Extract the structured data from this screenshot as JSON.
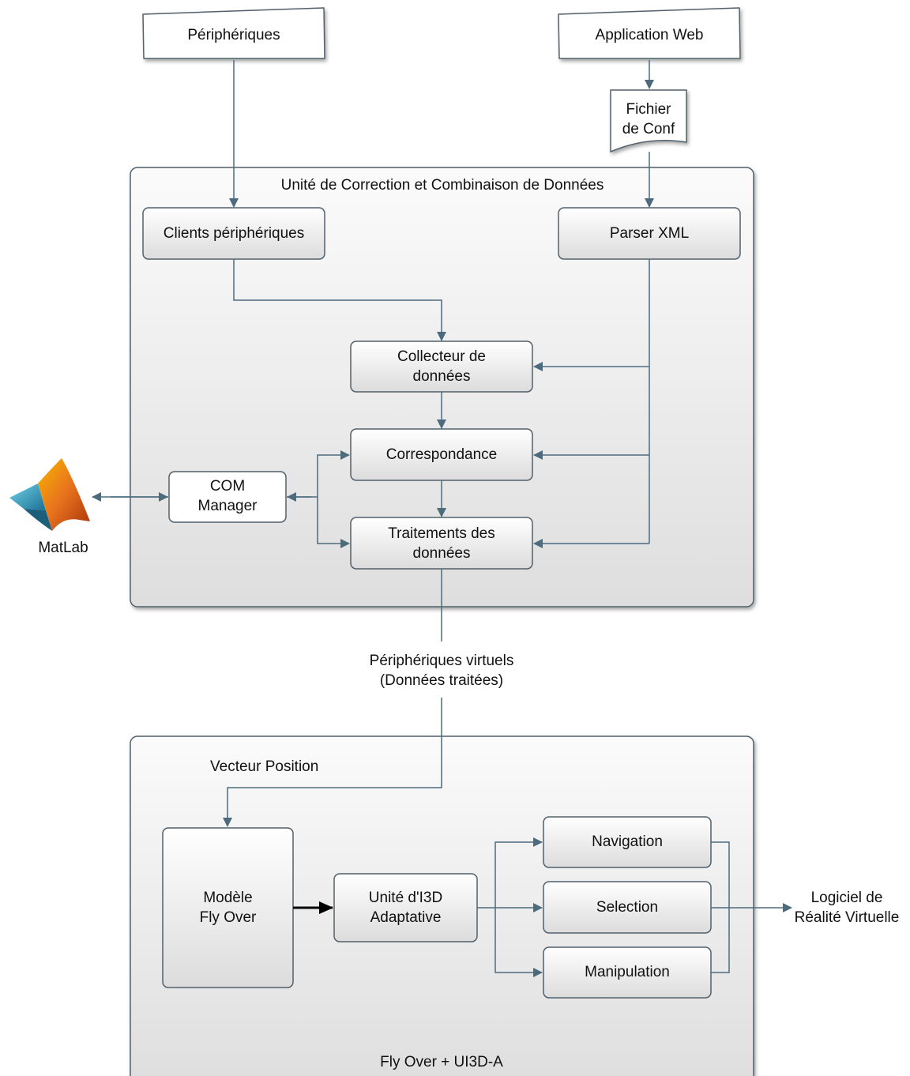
{
  "top_inputs": {
    "peripheriques": "Périphériques",
    "application_web": "Application Web",
    "fichier_conf": "Fichier\nde Conf"
  },
  "container_ucc": {
    "title": "Unité de Correction et Combinaison de Données",
    "clients_peripheriques": "Clients périphériques",
    "parser_xml": "Parser XML",
    "collecteur": "Collecteur de\ndonnées",
    "correspondance": "Correspondance",
    "traitements": "Traitements des\ndonnées",
    "com_manager": "COM\nManager"
  },
  "matlab": {
    "label": "MatLab",
    "icon": "matlab-logo-icon"
  },
  "link_label": "Périphériques virtuels\n(Données traitées)",
  "container_flyover": {
    "title": "Fly Over + UI3D-A",
    "vecteur_position": "Vecteur Position",
    "modele": "Modèle\nFly Over",
    "unite_i3d": "Unité d'I3D\nAdaptative",
    "navigation": "Navigation",
    "selection": "Selection",
    "manipulation": "Manipulation"
  },
  "output": {
    "logiciel": "Logiciel de\nRéalité Virtuelle"
  },
  "colors": {
    "connector": "#4e6b7e",
    "box_border": "#51606c",
    "strong_arrow": "#000000"
  }
}
